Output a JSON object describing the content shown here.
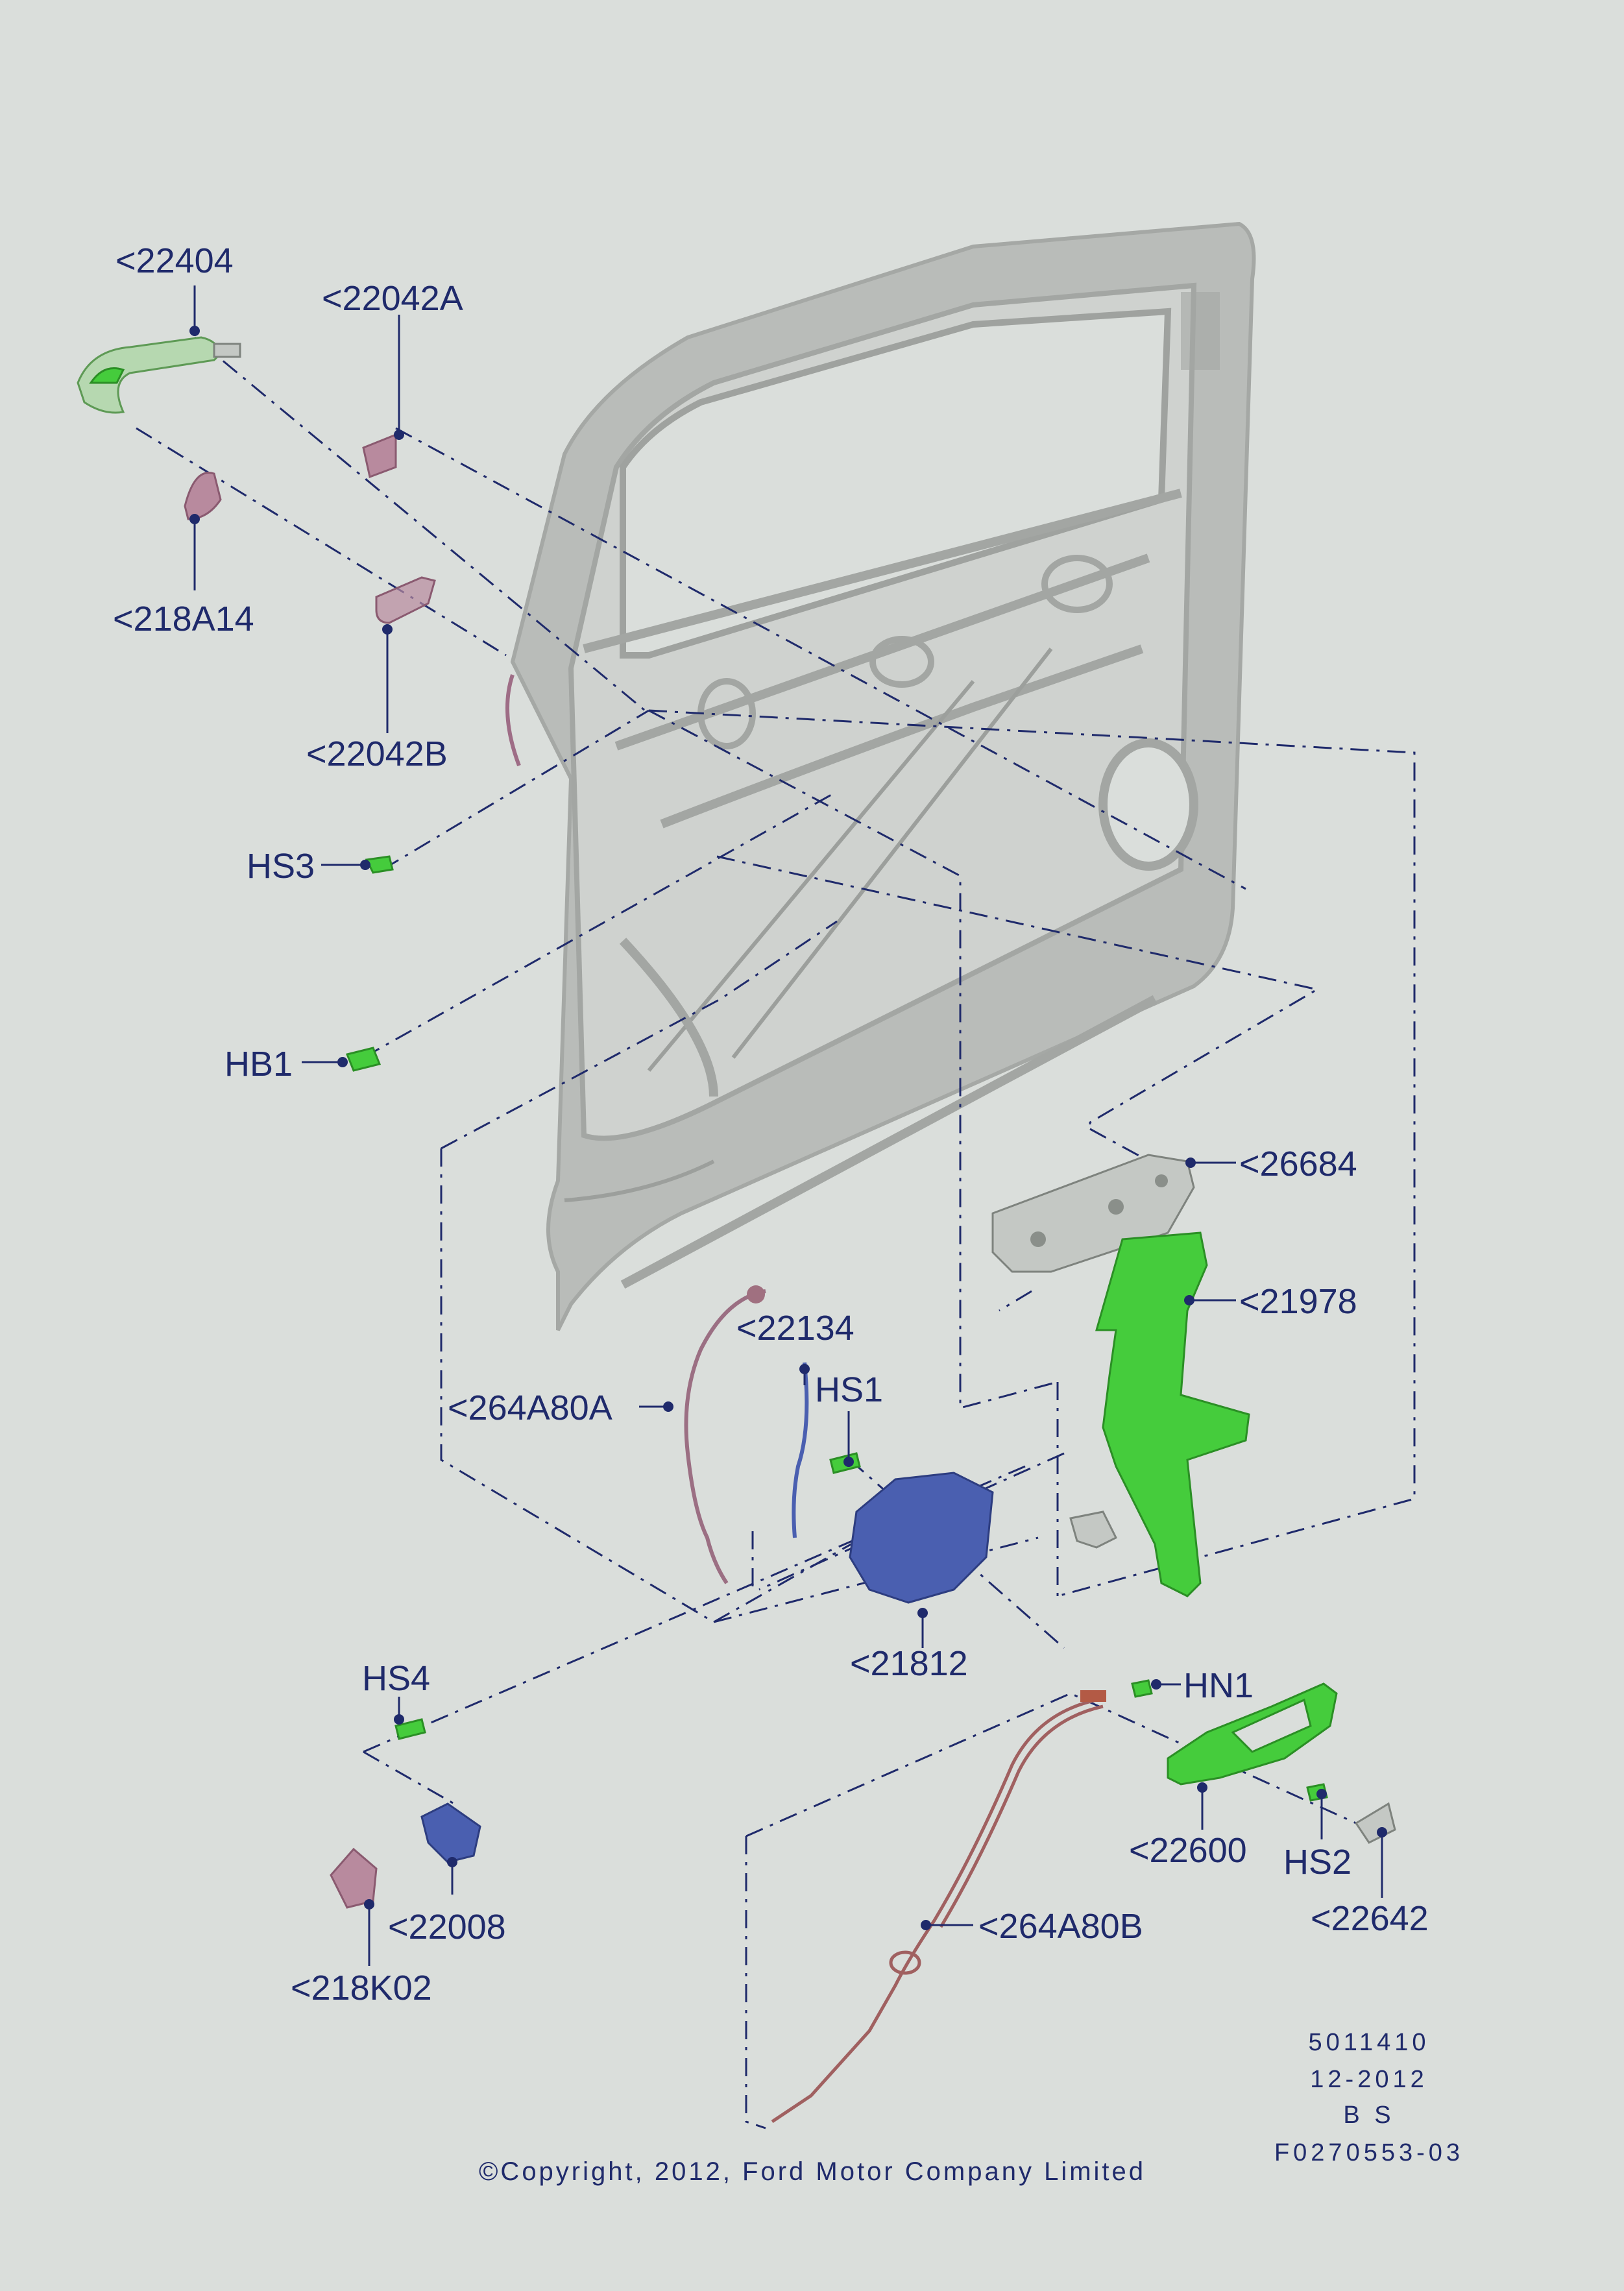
{
  "callouts": {
    "c22404": "<22404",
    "c22042A": "<22042A",
    "c218A14": "<218A14",
    "c22042B": "<22042B",
    "HS3": "HS3",
    "HB1": "HB1",
    "c26684": "<26684",
    "c21978": "<21978",
    "c22134": "<22134",
    "HS1": "HS1",
    "c264A80A": "<264A80A",
    "c21812": "<21812",
    "HS4": "HS4",
    "c22008": "<22008",
    "c218K02": "<218K02",
    "HN1": "HN1",
    "c22600": "<22600",
    "HS2": "HS2",
    "c22642": "<22642",
    "c264A80B": "<264A80B"
  },
  "meta": {
    "part_number": "5011410",
    "date": "12-2012",
    "code": "B S",
    "figure_id": "F0270553-03"
  },
  "copyright": "©Copyright, 2012, Ford Motor Company Limited",
  "colors": {
    "background": "#dadedb",
    "line": "#1f2a6b",
    "door": "#b9bcb9",
    "green": "#45cc3c",
    "blue": "#4a5fb0",
    "pink": "#b88a9e"
  }
}
